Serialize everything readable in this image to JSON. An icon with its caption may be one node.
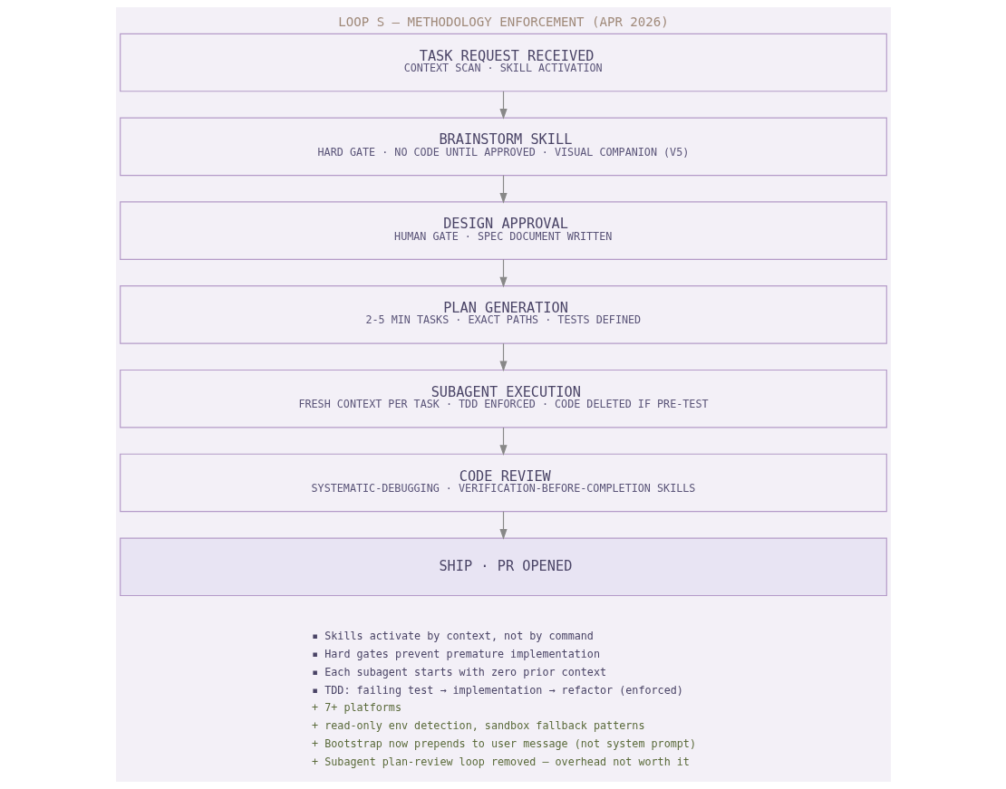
{
  "diagram": {
    "title": "LOOP S — METHODOLOGY ENFORCEMENT (APR 2026)",
    "nodes": [
      {
        "text": [
          "TASK REQUEST RECEIVED",
          "CONTEXT SCAN · SKILL ACTIVATION"
        ]
      },
      {
        "text": [
          "BRAINSTORM SKILL",
          "HARD GATE · NO CODE UNTIL APPROVED · VISUAL COMPANION (V5)"
        ]
      },
      {
        "text": [
          "DESIGN APPROVAL",
          "HUMAN GATE · SPEC DOCUMENT WRITTEN"
        ]
      },
      {
        "text": [
          "PLAN GENERATION",
          "2-5 MIN TASKS · EXACT PATHS · TESTS DEFINED"
        ]
      },
      {
        "text": [
          "SUBAGENT EXECUTION",
          "FRESH CONTEXT PER TASK · TDD ENFORCED · CODE DELETED IF PRE-TEST"
        ]
      },
      {
        "text": [
          "CODE REVIEW",
          "SYSTEMATIC-DEBUGGING · VERIFICATION-BEFORE-COMPLETION SKILLS"
        ]
      },
      {
        "text": [
          "SHIP · PR OPENED"
        ]
      }
    ],
    "edges": [
      {
        "from": 0,
        "to": 1,
        "arrow": "to"
      },
      {
        "from": 1,
        "to": 2,
        "arrow": "to"
      },
      {
        "from": 2,
        "to": 3,
        "arrow": "to"
      },
      {
        "from": 3,
        "to": 4,
        "arrow": "to"
      },
      {
        "from": 4,
        "to": 5,
        "arrow": "to"
      },
      {
        "from": 5,
        "to": 6,
        "arrow": "to"
      }
    ],
    "labels": [
      "▪ Skills activate by context, not by command",
      "▪ Hard gates prevent premature implementation",
      "▪ Each subagent starts with zero prior context",
      "▪ TDD: failing test → implementation → refactor (enforced)",
      "+ 7+ platforms",
      "+ read-only env detection, sandbox fallback patterns",
      "+ Bootstrap now prepends to user message (not system prompt)",
      "+ Subagent plan-review loop removed — overhead not worth it"
    ]
  }
}
